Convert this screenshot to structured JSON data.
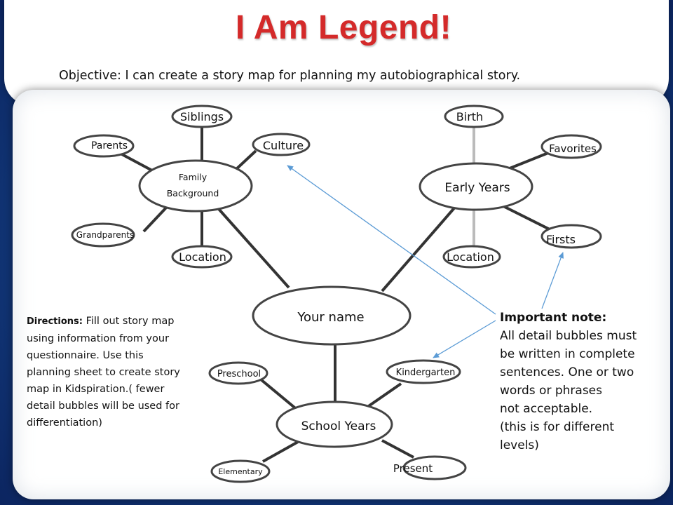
{
  "title": "I Am Legend!",
  "objective": "Objective: I can create a story map for planning my autobiographical story.",
  "nodes": {
    "siblings": "Siblings",
    "parents": "Parents",
    "culture": "Culture",
    "family_line1": "Family",
    "family_line2": "Background",
    "grandparents": "Grandparents",
    "location_left": "Location",
    "birth": "Birth",
    "favorites": "Favorites",
    "early_years": "Early Years",
    "location_right": "Location",
    "firsts": "Firsts",
    "your_name": "Your name",
    "preschool": "Preschool",
    "kindergarten": "Kindergarten",
    "school_years": "School  Years",
    "elementary": "Elementary",
    "present": "Present"
  },
  "directions": {
    "label": "Directions:",
    "text": " Fill out story map using information from your questionnaire. Use this planning sheet to create story map in Kidspiration.( fewer detail bubbles will be used for differentiation)"
  },
  "note": {
    "heading": "Important note:",
    "lines": [
      "All detail bubbles must",
      "be written in complete",
      "sentences. One or two",
      "words or phrases",
      "not acceptable.",
      "(this is for different",
      "levels)"
    ]
  },
  "colors": {
    "title": "#d42a2a",
    "arrow": "#5b9bd5",
    "frame": "#0e2a66"
  }
}
